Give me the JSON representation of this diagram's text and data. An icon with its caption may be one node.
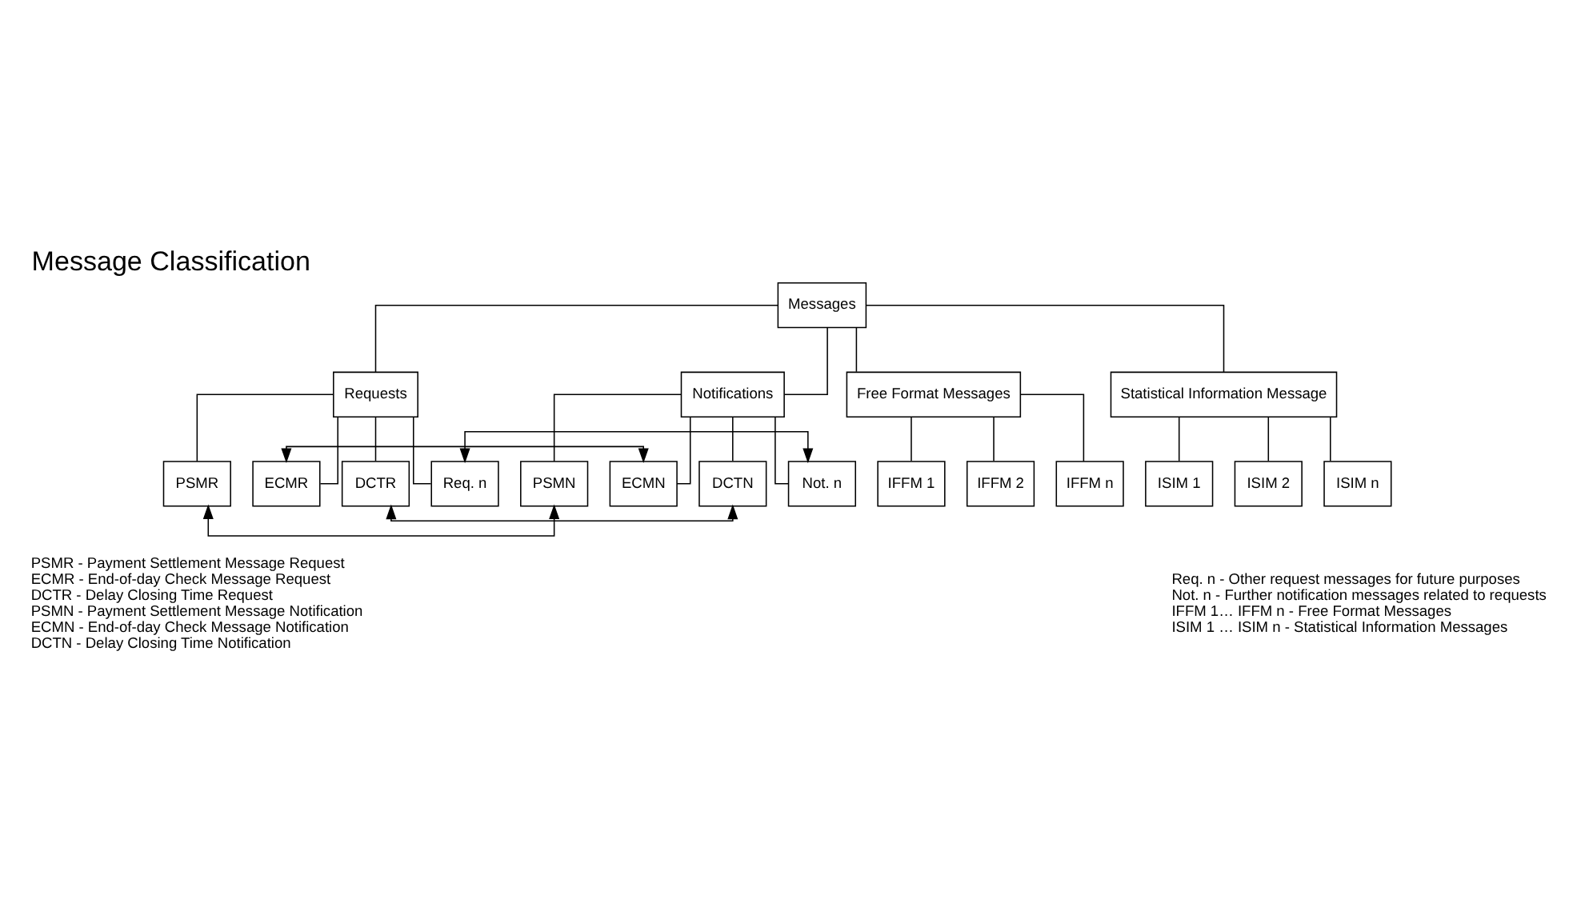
{
  "diagram": {
    "title": "Message Classification",
    "nodes": [
      {
        "text": [
          "Messages"
        ]
      },
      {
        "text": [
          "Requests"
        ]
      },
      {
        "text": [
          "Notifications"
        ]
      },
      {
        "text": [
          "Free Format Messages"
        ]
      },
      {
        "text": [
          "Statistical Information Message"
        ]
      },
      {
        "text": [
          "PSMR"
        ]
      },
      {
        "text": [
          "ECMR"
        ]
      },
      {
        "text": [
          "DCTR"
        ]
      },
      {
        "text": [
          "Req. n"
        ]
      },
      {
        "text": [
          "PSMN"
        ]
      },
      {
        "text": [
          "ECMN"
        ]
      },
      {
        "text": [
          "DCTN"
        ]
      },
      {
        "text": [
          "Not. n"
        ]
      },
      {
        "text": [
          "IFFM 1"
        ]
      },
      {
        "text": [
          "IFFM 2"
        ]
      },
      {
        "text": [
          "IFFM n"
        ]
      },
      {
        "text": [
          "ISIM 1"
        ]
      },
      {
        "text": [
          "ISIM 2"
        ]
      },
      {
        "text": [
          "ISIM n"
        ]
      }
    ],
    "edges": [
      {
        "from": 0,
        "to": 1,
        "arrow": "none"
      },
      {
        "from": 0,
        "to": 2,
        "arrow": "none"
      },
      {
        "from": 0,
        "to": 3,
        "arrow": "none"
      },
      {
        "from": 0,
        "to": 4,
        "arrow": "none"
      },
      {
        "from": 1,
        "to": 5,
        "arrow": "none"
      },
      {
        "from": 1,
        "to": 6,
        "arrow": "none"
      },
      {
        "from": 1,
        "to": 7,
        "arrow": "none"
      },
      {
        "from": 1,
        "to": 8,
        "arrow": "none"
      },
      {
        "from": 2,
        "to": 9,
        "arrow": "none"
      },
      {
        "from": 2,
        "to": 10,
        "arrow": "none"
      },
      {
        "from": 2,
        "to": 11,
        "arrow": "none"
      },
      {
        "from": 2,
        "to": 12,
        "arrow": "none"
      },
      {
        "from": 3,
        "to": 13,
        "arrow": "none"
      },
      {
        "from": 3,
        "to": 14,
        "arrow": "none"
      },
      {
        "from": 3,
        "to": 15,
        "arrow": "none"
      },
      {
        "from": 4,
        "to": 16,
        "arrow": "none"
      },
      {
        "from": 4,
        "to": 17,
        "arrow": "none"
      },
      {
        "from": 4,
        "to": 18,
        "arrow": "none"
      },
      {
        "from": 5,
        "to": 9,
        "arrow": "both"
      },
      {
        "from": 6,
        "to": 10,
        "arrow": "both"
      },
      {
        "from": 7,
        "to": 11,
        "arrow": "both"
      },
      {
        "from": 8,
        "to": 12,
        "arrow": "both"
      }
    ],
    "labels": [
      "PSMR - Payment Settlement Message Request",
      "ECMR - End-of-day Check Message Request",
      "DCTR - Delay Closing Time Request",
      "PSMN - Payment Settlement Message Notification",
      "ECMN - End-of-day Check Message Notification",
      "DCTN - Delay Closing Time Notification",
      "Req. n - Other request messages for future purposes",
      "Not. n - Further notification messages related to requests",
      "IFFM 1… IFFM n - Free Format Messages",
      "ISIM 1 … ISIM n - Statistical Information Messages"
    ]
  }
}
